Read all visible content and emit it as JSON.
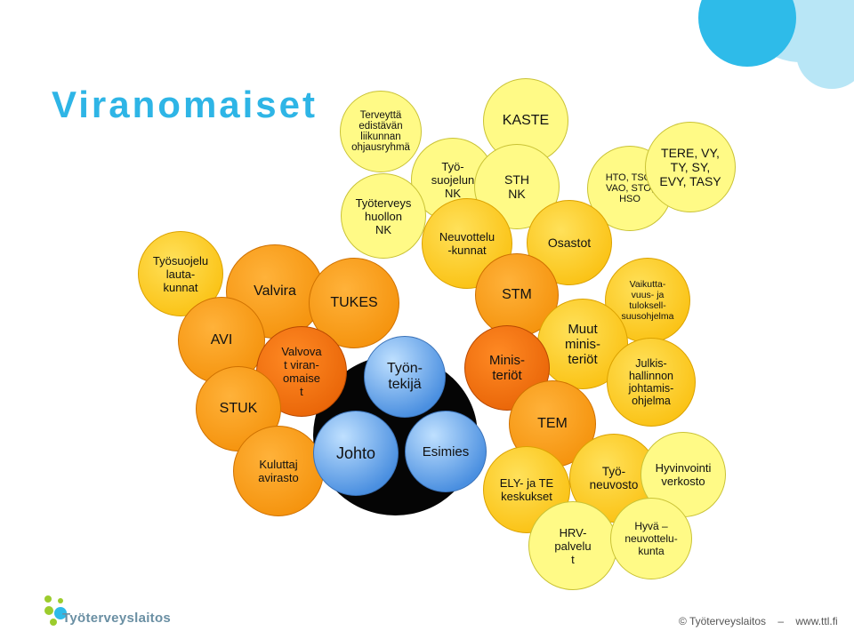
{
  "slide": {
    "title": "Viranomaiset",
    "bubbles": [
      {
        "id": "terveyttä-edistävän",
        "text": "Terveyttä\nedistävän\nliikunnan\nohjausryhmä"
      },
      {
        "id": "kaste",
        "text": "KASTE"
      },
      {
        "id": "tyosuojelun-nk",
        "text": "Työ-\nsuojelun\nNK"
      },
      {
        "id": "tyoterveyshuollon-nk",
        "text": "Työterveys\nhuollon\nNK"
      },
      {
        "id": "sth-nk",
        "text": "STH\nNK"
      },
      {
        "id": "hto",
        "text": "HTO, TSO,\nVAO, STO,\nHSO"
      },
      {
        "id": "tere",
        "text": "TERE, VY,\nTY, SY,\nEVY, TASY"
      },
      {
        "id": "tyosuojelu-lautakunnat",
        "text": "Työsuojelu\nlauta-\nkunnat"
      },
      {
        "id": "valvira",
        "text": "Valvira"
      },
      {
        "id": "neuvottelukunnat",
        "text": "Neuvottelu\n-kunnat"
      },
      {
        "id": "osastot",
        "text": "Osastot"
      },
      {
        "id": "tukes",
        "text": "TUKES"
      },
      {
        "id": "stm",
        "text": "STM"
      },
      {
        "id": "vaikuttavuus",
        "text": "Vaikutta-\nvuus- ja\ntuloksell-\nsuusohjelma"
      },
      {
        "id": "avi",
        "text": "AVI"
      },
      {
        "id": "valvova",
        "text": "Valvova\nt viran-\nomaise\nt"
      },
      {
        "id": "muut-ministeriot",
        "text": "Muut\nminis-\nteriöt"
      },
      {
        "id": "tyontekija",
        "text": "Työn-\ntekijä"
      },
      {
        "id": "ministeriot",
        "text": "Minis-\nteriöt"
      },
      {
        "id": "julkishallinnon",
        "text": "Julkis-\nhallinnon\njohtamis-\nohjelma"
      },
      {
        "id": "stuk",
        "text": "STUK"
      },
      {
        "id": "tem",
        "text": "TEM"
      },
      {
        "id": "kuluttajavirasto",
        "text": "Kuluttaj\navirasto"
      },
      {
        "id": "johto",
        "text": "Johto"
      },
      {
        "id": "esimies",
        "text": "Esimies"
      },
      {
        "id": "ely",
        "text": "ELY- ja TE\nkeskukset"
      },
      {
        "id": "tyoneuvosto",
        "text": "Työ-\nneuvosto"
      },
      {
        "id": "hyvinvointiverkosto",
        "text": "Hyvinvointi\nverkosto"
      },
      {
        "id": "hrv",
        "text": "HRV-\npalvelu\nt"
      },
      {
        "id": "hyva",
        "text": "Hyvä –\nneuvottelu-\nkunta"
      }
    ]
  },
  "footer": {
    "copyright": "© Työterveyslaitos",
    "dash": "–",
    "url": "www.ttl.fi"
  },
  "logo": {
    "name": "Työterveyslaitos"
  },
  "colors": {
    "title": "#2eb5e6",
    "yellow": "#fffa86",
    "gold": "#f9b900",
    "orange": "#f28a00",
    "deep_orange": "#e35b00",
    "blue": "#4a8fe0",
    "black": "#050505"
  }
}
